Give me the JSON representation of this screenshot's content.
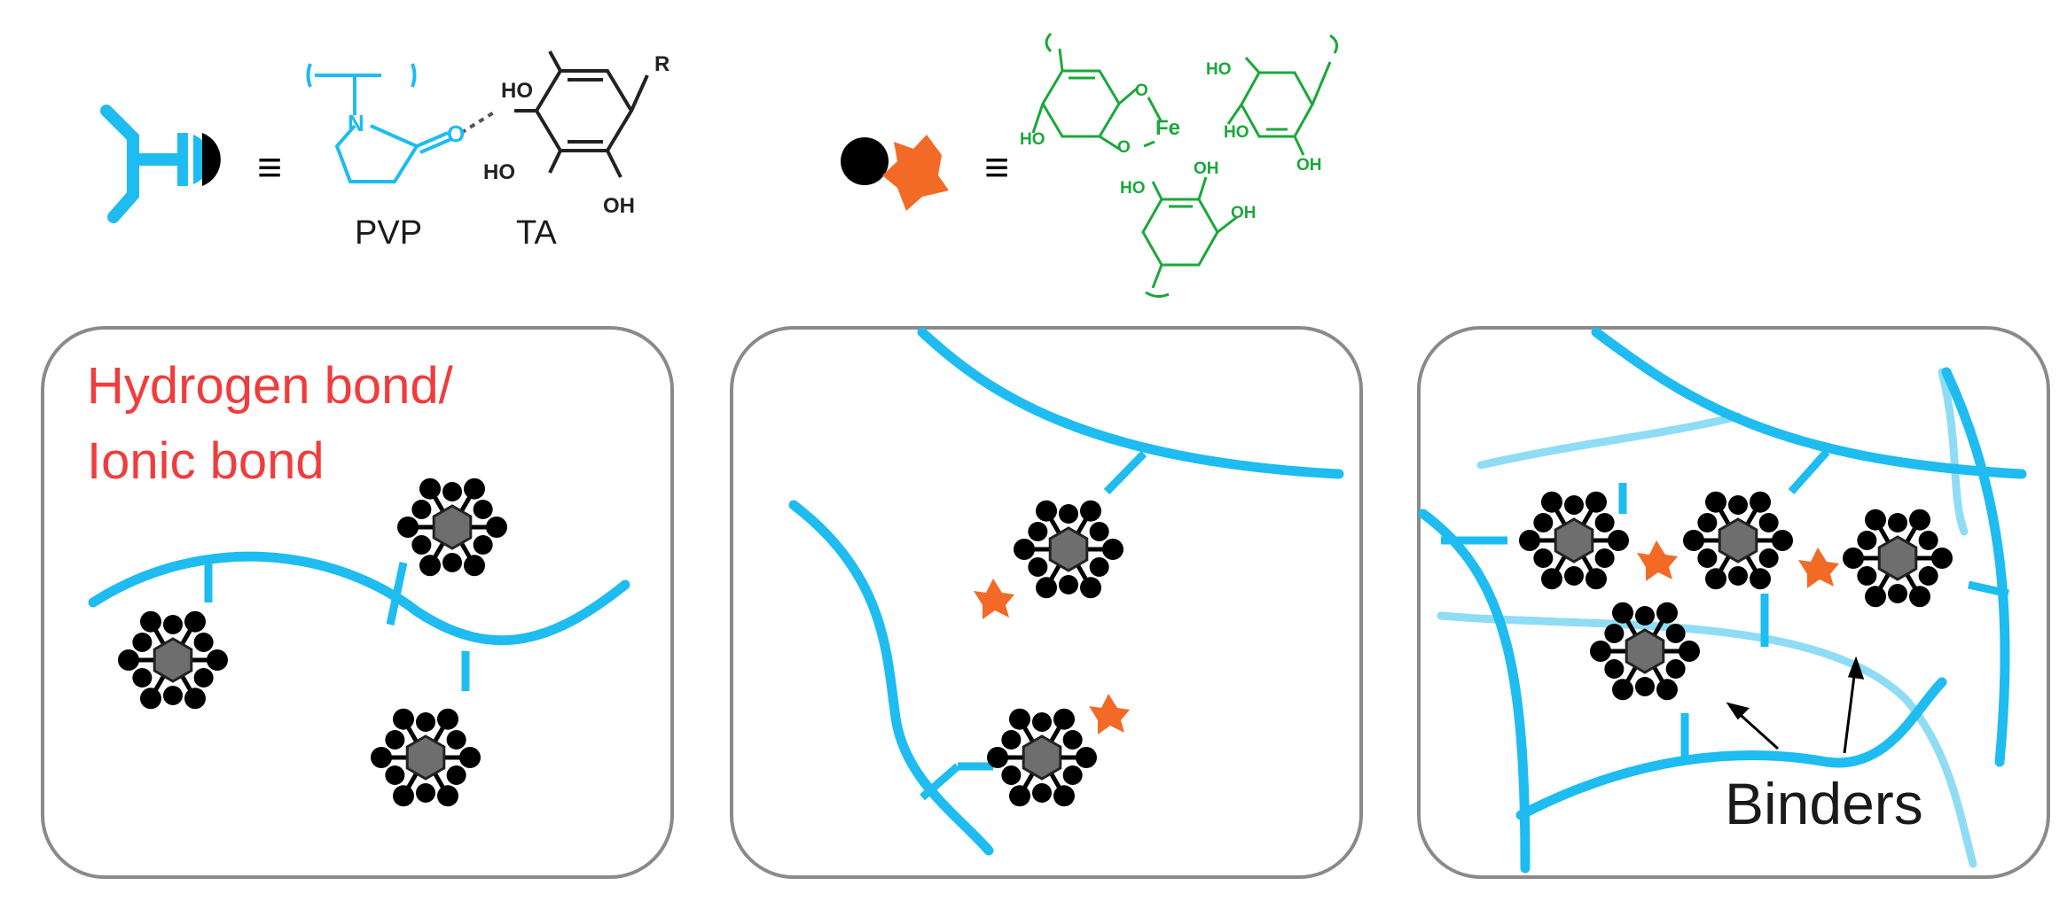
{
  "legend": {
    "equiv_symbol": "≡",
    "pvp_label": "PVP",
    "ta_label": "TA",
    "r_group": "R",
    "atom_n": "N",
    "atom_o": "O",
    "hydroxyl": "HO",
    "hydroxyl_right": "OH",
    "iron": "Fe",
    "ring_oxygen": "O"
  },
  "panels": {
    "left_caption_line1": "Hydrogen bond/",
    "left_caption_line2": "Ionic bond",
    "right_caption": "Binders"
  },
  "colors": {
    "polymer": "#1ebcf0",
    "polymer_faded": "#8fdcf5",
    "chemistry_green": "#19a83a",
    "caption_red": "#f03c3c",
    "star": "#f26a26",
    "hexagon": "#6e6e6e",
    "panel_border": "#8a8a8a"
  }
}
